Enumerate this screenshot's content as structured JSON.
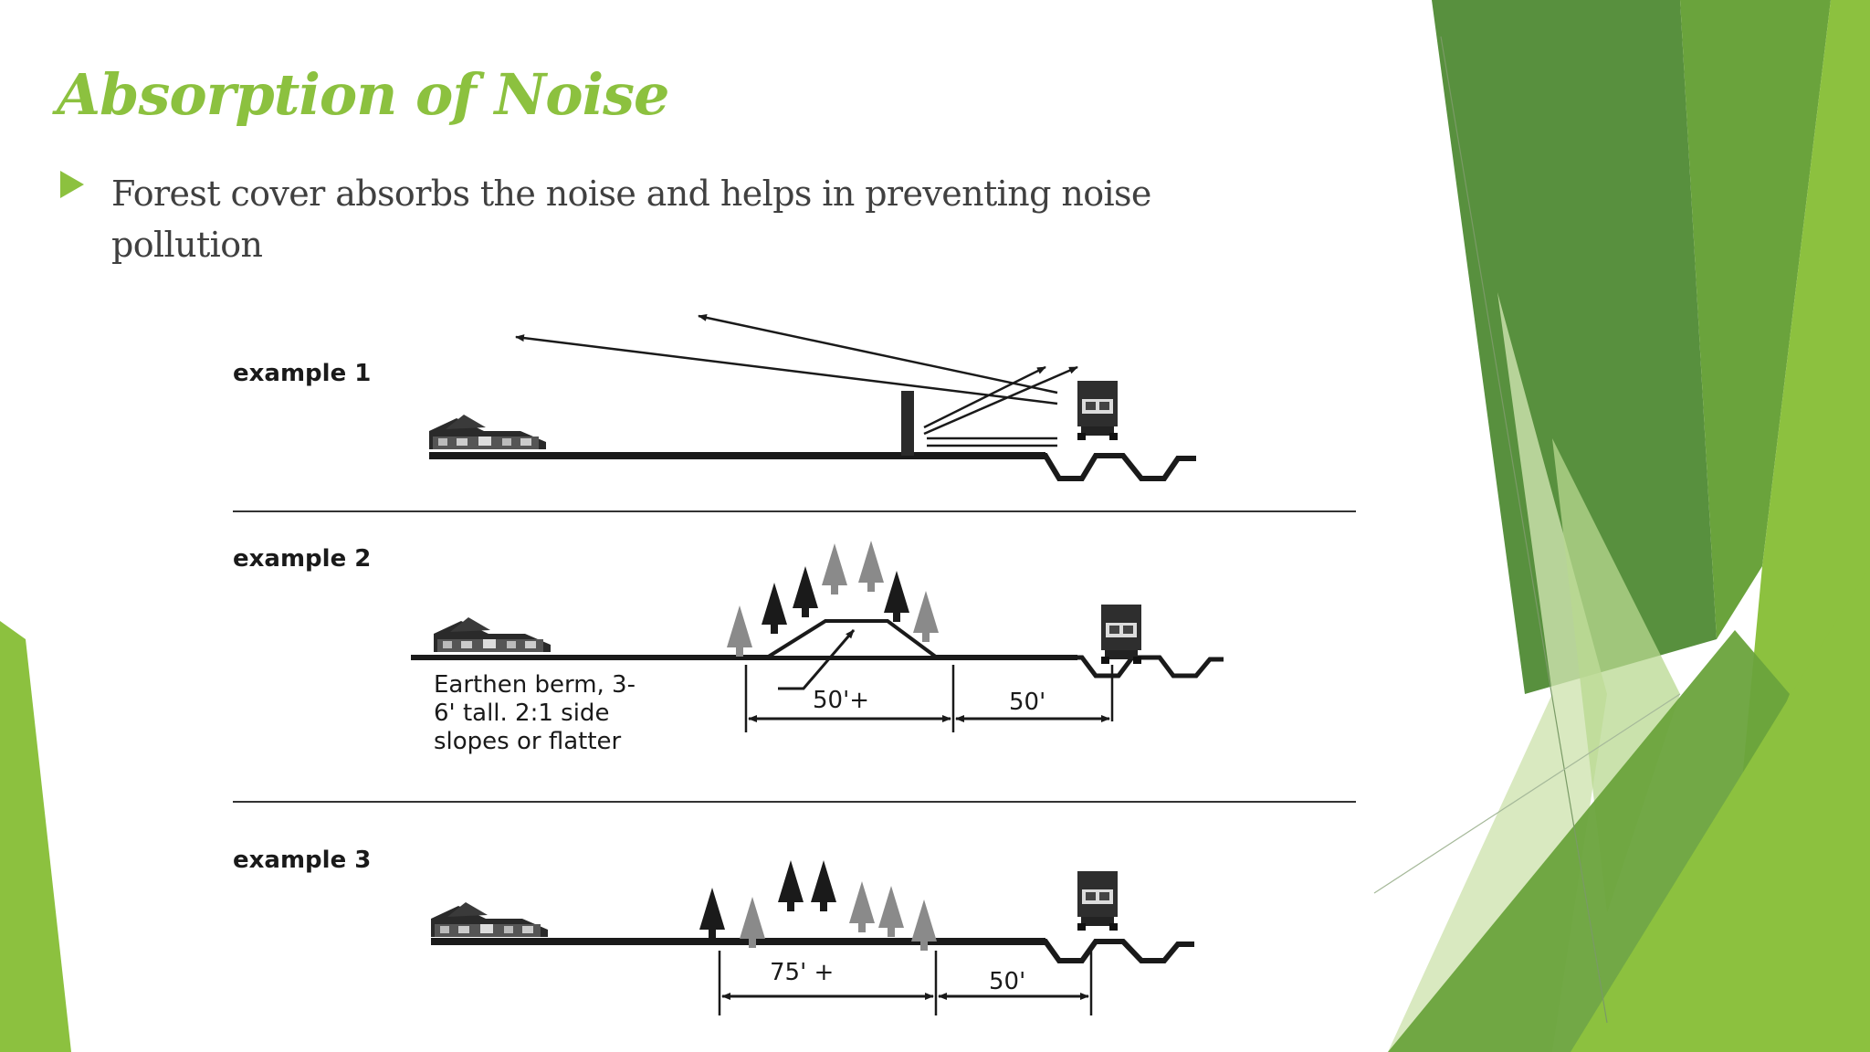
{
  "slide": {
    "title": "Absorption of Noise",
    "bullet": "Forest cover absorbs the noise and helps in preventing noise pollution",
    "colors": {
      "title": "#8cc13f",
      "bullet_marker": "#8cc13f",
      "body_text": "#404040",
      "decor_dark": "#4f8a34",
      "decor_light": "#8cc13f"
    }
  },
  "diagram": {
    "example1": {
      "label": "example 1"
    },
    "example2": {
      "label": "example 2",
      "note": [
        "Earthen berm, 3-",
        "6' tall.  2:1 side",
        "slopes or flatter"
      ],
      "dim_buffer": "50'+",
      "dim_road": "50'"
    },
    "example3": {
      "label": "example 3",
      "dim_buffer": "75' +",
      "dim_road": "50'"
    },
    "icons": [
      "house-icon",
      "truck-icon",
      "tree-icon",
      "wall-icon",
      "arrow-icon"
    ]
  }
}
